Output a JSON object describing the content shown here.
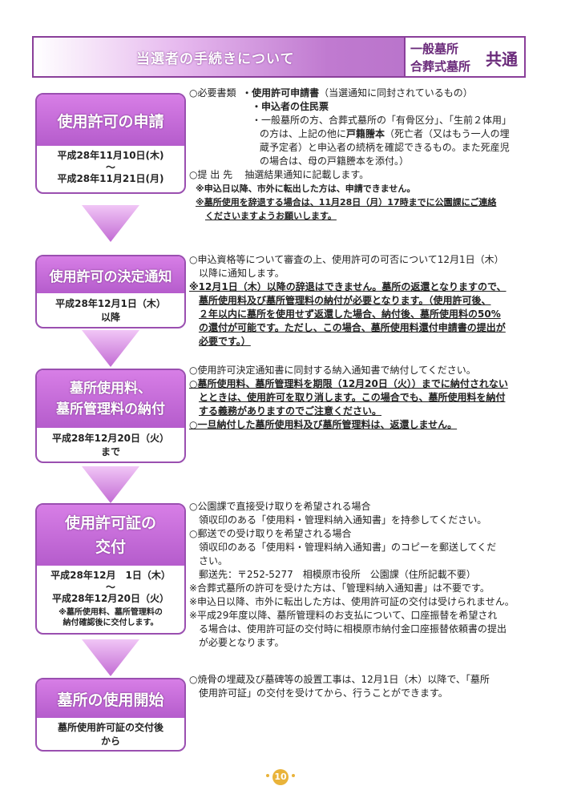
{
  "header": {
    "title": "当選者の手続きについて",
    "badge_line1": "一般墓所",
    "badge_line2": "合葬式墓所",
    "badge_right": "共通"
  },
  "steps": [
    {
      "title_l1": "使用許可の申請",
      "date_l1": "平成28年11月10日(木)",
      "date_sep": "〜",
      "date_l2": "平成28年11月21日(月)"
    },
    {
      "title_l1": "使用許可の決定通知",
      "date_l1": "平成28年12月1日（木）",
      "date_l2": "以降"
    },
    {
      "title_l1": "墓所使用料、",
      "title_l2": "墓所管理料の納付",
      "date_l1": "平成28年12月20日（火）",
      "date_l2": "まで"
    },
    {
      "title_l1": "使用許可証の",
      "title_l2": "交付",
      "date_l1": "平成28年12月　1日（木）",
      "date_sep": "〜",
      "date_l2": "平成28年12月20日（火）",
      "note_l1": "※墓所使用料、墓所管理料の",
      "note_l2": "納付確認後に交付します。"
    },
    {
      "title_l1": "墓所の使用開始",
      "date_l1": "墓所使用許可証の交付後",
      "date_l2": "から"
    }
  ],
  "sec1": {
    "docs_label": "○必要書類",
    "item1": "・使用許可申請書",
    "item1_paren": "（当選通知に同封されているもの）",
    "item2": "・申込者の住民票",
    "item3_a": "・一般墓所の方、合葬式墓所の「有骨区分」、「生前２体用」",
    "item3_b": "の方は、上記の他に",
    "item3_b_bold": "戸籍謄本",
    "item3_b2": "（死亡者（又はもう一人の埋",
    "item3_c": "蔵予定者）と申込者の続柄を確認できるもの。また死産児",
    "item3_d": "の場合は、母の戸籍謄本を添付。）",
    "submit_label": "○提 出 先",
    "submit_value": "抽選結果通知に記載します。",
    "note1": "※申込日以降、市外に転出した方は、申請できません。",
    "note2_a": "※墓所使用を辞退する場合は、11月28日（月）17時までに公園課にご連絡",
    "note2_b": "くださいますようお願いします。"
  },
  "sec2": {
    "l1": "○申込資格等について審査の上、使用許可の可否について12月1日（木）",
    "l2": "以降に通知します。",
    "l3": "※12月1日（木）以降の辞退はできません。墓所の返還となりますので、",
    "l4": "墓所使用料及び墓所管理料の納付が必要となります。（使用許可後、",
    "l5": "２年以内に墓所を使用せず返還した場合、納付後、墓所使用料の50%",
    "l6": "の還付が可能です。ただし、この場合、墓所使用料還付申請書の提出が",
    "l7": "必要です。）"
  },
  "sec3": {
    "l1": "○使用許可決定通知書に同封する納入通知書で納付してください。",
    "l2": "○墓所使用料、墓所管理料を期限（12月20日（火））までに納付されない",
    "l3": "とときは、使用許可を取り消します。この場合でも、墓所使用料を納付",
    "l4": "する義務がありますのでご注意ください。",
    "l5": "○一旦納付した墓所使用料及び墓所管理料は、返還しません。"
  },
  "sec4": {
    "l1": "○公園課で直接受け取りを希望される場合",
    "l2": "領収印のある「使用料・管理料納入通知書」を持参してください。",
    "l3": "○郵送での受け取りを希望される場合",
    "l4": "領収印のある「使用料・管理料納入通知書」のコピーを郵送してくだ",
    "l5": "さい。",
    "l6": "郵送先：〒252-5277　相模原市役所　公園課（住所記載不要）",
    "l7": "※合葬式墓所の許可を受けた方は、「管理料納入通知書」は不要です。",
    "l8": "※申込日以降、市外に転出した方は、使用許可証の交付は受けられません。",
    "l9": "※平成29年度以降、墓所管理料のお支払について、口座振替を希望され",
    "l10": "る場合は、使用許可証の交付時に相模原市納付金口座振替依頼書の提出",
    "l11": "が必要となります。"
  },
  "sec5": {
    "l1": "○焼骨の埋蔵及び墓碑等の設置工事は、12月1日（木）以降で、「墓所",
    "l2": "使用許可証」の交付を受けてから、行うことができます。"
  },
  "page_number": "10"
}
